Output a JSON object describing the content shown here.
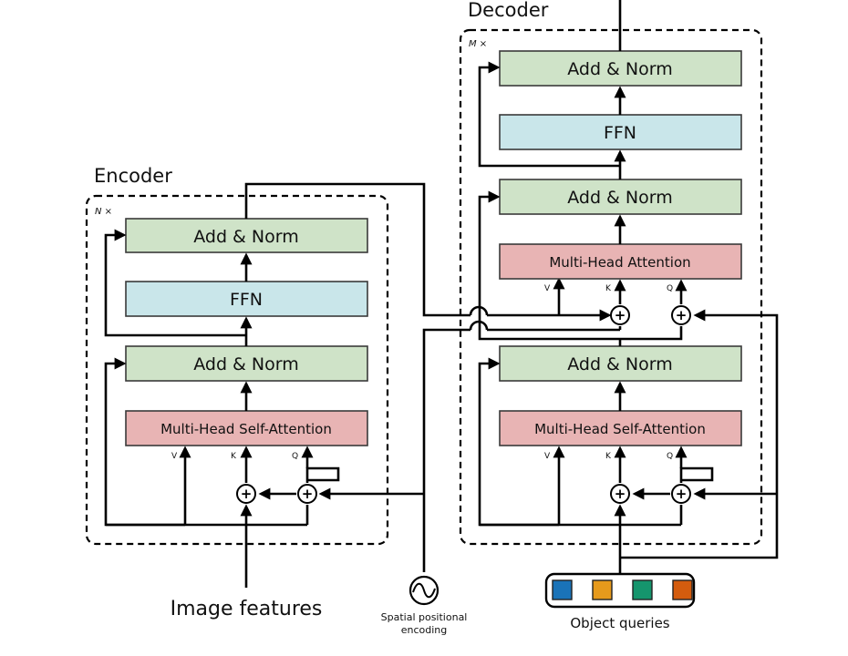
{
  "encoder": {
    "title": "Encoder",
    "repeat": "N ×",
    "blocks": {
      "add_norm_top": "Add & Norm",
      "ffn": "FFN",
      "add_norm_mid": "Add & Norm",
      "mhsa": "Multi-Head  Self-Attention"
    },
    "inputs": {
      "v": "V",
      "k": "K",
      "q": "Q"
    },
    "input_label": "Image features"
  },
  "decoder": {
    "title": "Decoder",
    "repeat": "M ×",
    "blocks": {
      "add_norm_top": "Add & Norm",
      "ffn": "FFN",
      "add_norm_mid": "Add & Norm",
      "mha": "Multi-Head  Attention",
      "add_norm_bot": "Add & Norm",
      "mhsa": "Multi-Head  Self-Attention"
    },
    "cross_inputs": {
      "v": "V",
      "k": "K",
      "q": "Q"
    },
    "self_inputs": {
      "v": "V",
      "k": "K",
      "q": "Q"
    },
    "queries_label": "Object  queries"
  },
  "positional_encoding": {
    "line1": "Spatial  positional",
    "line2": "encoding"
  },
  "sum_symbol": "+",
  "colors": {
    "add_norm": "#cfe3c8",
    "ffn": "#c9e6ea",
    "attention": "#e8b4b4",
    "query_tokens": [
      "#1a73b8",
      "#e69a1c",
      "#15956d",
      "#d45c0e"
    ]
  }
}
